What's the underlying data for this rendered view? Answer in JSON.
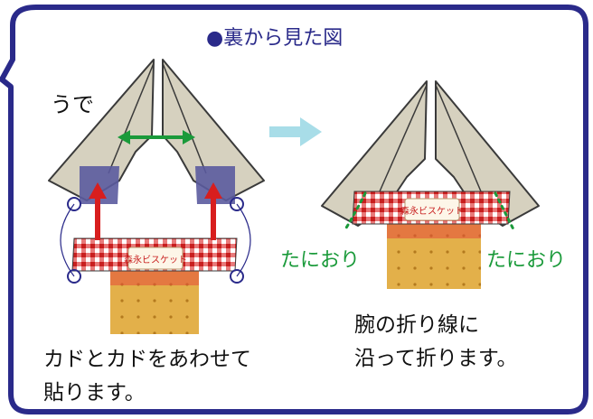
{
  "heading": {
    "bullet": "●",
    "text": "裏から見た図"
  },
  "labels": {
    "arm": "うで",
    "valley_fold_left": "たにおり",
    "valley_fold_right": "たにおり"
  },
  "instructions": {
    "left_line1": "カドとカドをあわせて",
    "left_line2": "貼ります。",
    "right_line1": "腕の折り線に",
    "right_line2": "沿って折ります。"
  },
  "package_label": "森永ビスケット",
  "colors": {
    "frame": "#2a2a8a",
    "paper": "#d6d1bf",
    "paper_edge": "#3a3a3a",
    "overlap_patch": "#5b5b9e",
    "arrow_up": "#d81e1e",
    "double_arrow": "#1a9a3a",
    "step_arrow": "#a8dde8",
    "gingham": "#d23a3a",
    "fold_line": "#1a9a3a"
  }
}
